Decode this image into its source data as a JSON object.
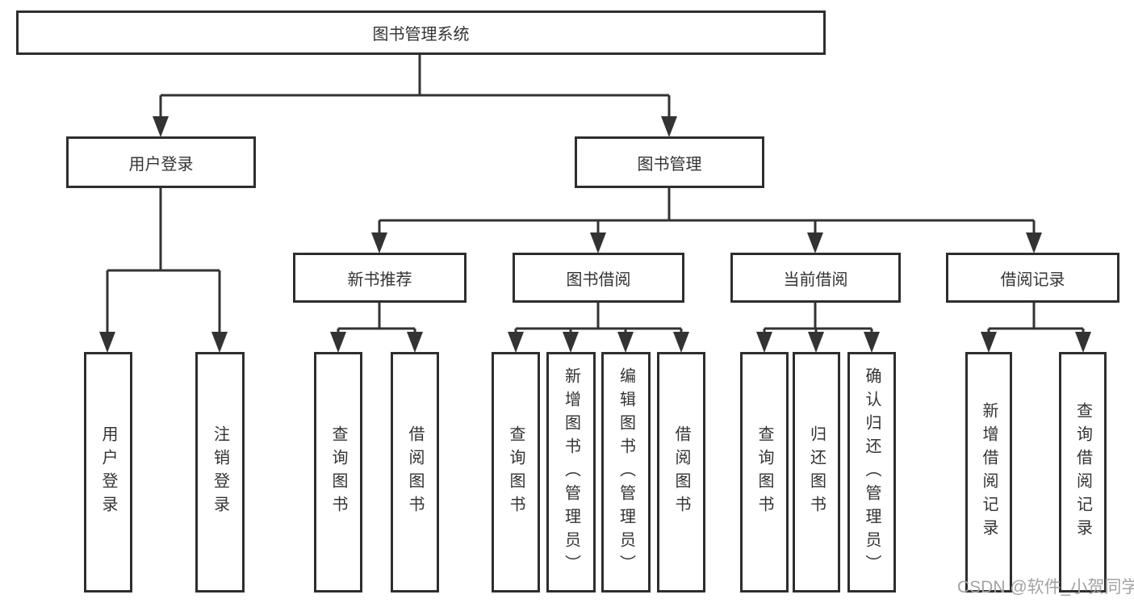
{
  "diagram": {
    "root": "图书管理系统",
    "level2": {
      "user_login": "用户登录",
      "book_mgmt": "图书管理"
    },
    "level3": {
      "new_books": "新书推荐",
      "book_borrow": "图书借阅",
      "current_borrow": "当前借阅",
      "borrow_records": "借阅记录"
    },
    "leaves": {
      "user_login": [
        "用户登录",
        "注销登录"
      ],
      "new_books": [
        "查询图书",
        "借阅图书"
      ],
      "book_borrow": [
        "查询图书",
        "新增图书（管理员）",
        "编辑图书（管理员）",
        "借阅图书"
      ],
      "current_borrow": [
        "查询图书",
        "归还图书",
        "确认归还（管理员）"
      ],
      "borrow_records": [
        "新增借阅记录",
        "查询借阅记录"
      ]
    }
  },
  "watermark": "CSDN @软件_小贺同学",
  "colors": {
    "line": "#333333",
    "border": "#2e2e2e",
    "text": "#333333",
    "watermark": "#a3a3a3",
    "background": "#ffffff"
  }
}
